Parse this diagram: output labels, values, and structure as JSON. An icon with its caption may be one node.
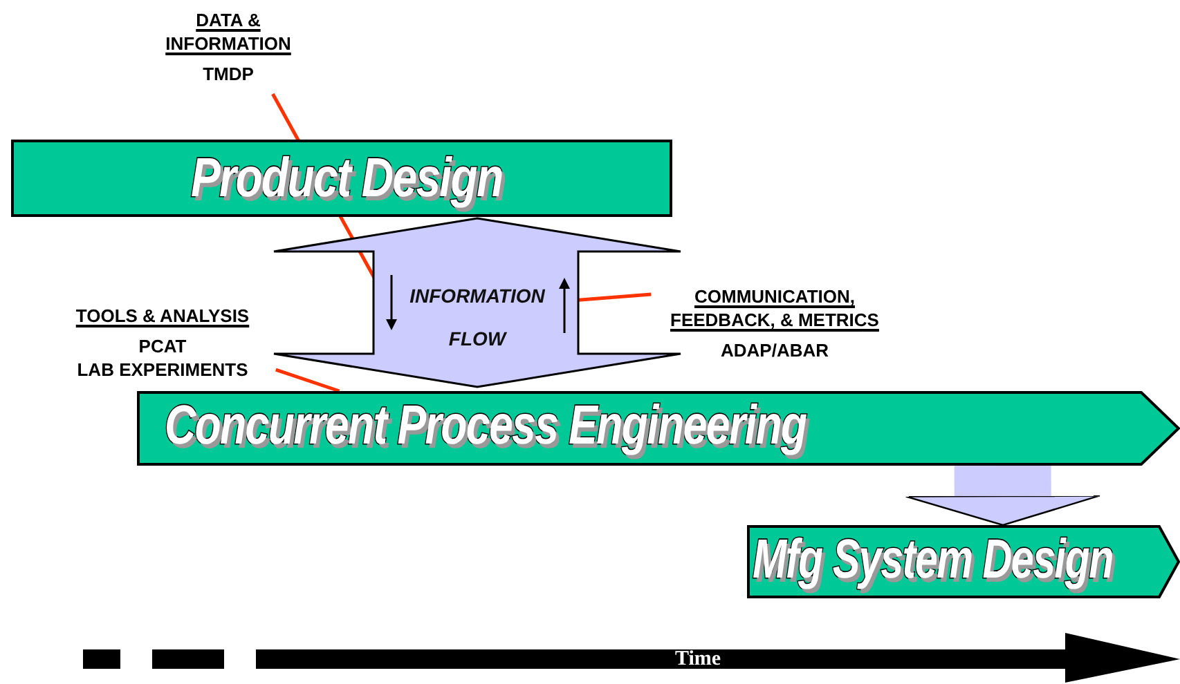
{
  "diagram": {
    "nodes": [
      {
        "text": [
          "Product Design"
        ]
      },
      {
        "text": [
          "Concurrent Process Engineering"
        ]
      },
      {
        "text": [
          "Mfg System Design"
        ]
      },
      {
        "text": [
          "INFORMATION FLOW"
        ]
      },
      {
        "text": [
          "DATA & INFORMATION",
          "TMDP"
        ]
      },
      {
        "text": [
          "TOOLS & ANALYSIS",
          "PCAT",
          "LAB EXPERIMENTS"
        ]
      },
      {
        "text": [
          "COMMUNICATION, FEEDBACK, & METRICS",
          "ADAP/ABAR"
        ]
      }
    ],
    "edges": [
      {
        "from": 4,
        "to": 3,
        "arrow": "none"
      },
      {
        "from": 5,
        "to": 1,
        "arrow": "none"
      },
      {
        "from": 6,
        "to": 3,
        "arrow": "none"
      },
      {
        "from": 1,
        "to": 2,
        "arrow": "to",
        "style": "thick",
        "color": "#ccccff"
      }
    ],
    "labels": [
      "Time"
    ]
  }
}
